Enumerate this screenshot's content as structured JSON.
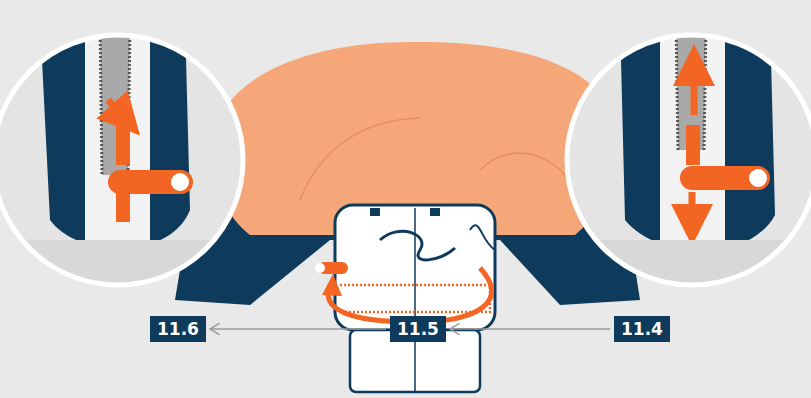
{
  "diagram": {
    "nodes": [
      {
        "text": [
          "11.6"
        ]
      },
      {
        "text": [
          "11.5"
        ]
      },
      {
        "text": [
          "11.4"
        ]
      }
    ],
    "edges": [
      {
        "from": 2,
        "to": 1,
        "arrow": "to"
      },
      {
        "from": 1,
        "to": 0,
        "arrow": "to"
      }
    ]
  }
}
